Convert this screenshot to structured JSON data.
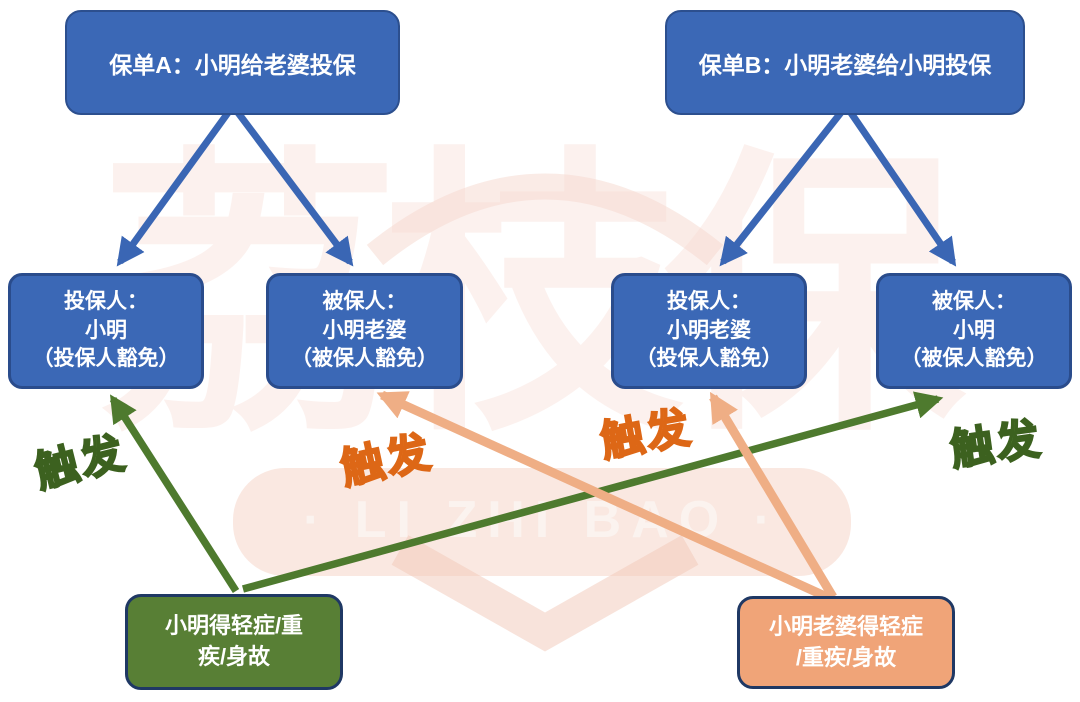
{
  "watermark": {
    "chars": "荔枝保",
    "latin": "· LI ZHI BAO ·"
  },
  "policies": {
    "a": {
      "title": "保单A：小明给老婆投保"
    },
    "b": {
      "title": "保单B：小明老婆给小明投保"
    }
  },
  "roles": [
    {
      "role": "投保人：",
      "name": "小明",
      "waiver": "（投保人豁免）"
    },
    {
      "role": "被保人：",
      "name": "小明老婆",
      "waiver": "（被保人豁免）"
    },
    {
      "role": "投保人：",
      "name": "小明老婆",
      "waiver": "（投保人豁免）"
    },
    {
      "role": "被保人：",
      "name": "小明",
      "waiver": "（被保人豁免）"
    }
  ],
  "events": {
    "xiaoming": {
      "line1": "小明得轻症/重",
      "line2": "疾/身故"
    },
    "wife": {
      "line1": "小明老婆得轻症",
      "line2": "/重疾/身故"
    }
  },
  "trigger_label": "触发",
  "colors": {
    "box_blue": "#3b68b6",
    "box_border_blue": "#2c4f8e",
    "event_green": "#587f35",
    "event_orange": "#f0a478",
    "dark_border": "#1f3864",
    "arrow_blue": "#3a66b4",
    "arrow_green": "#4e7a2e",
    "arrow_orange": "#efae85",
    "trigger_green_fill": "#76b04c",
    "trigger_green_stroke": "#3c611f",
    "trigger_orange_fill": "#f5913e",
    "trigger_orange_stroke": "#dd6716",
    "watermark_pink": "#f5cdbd"
  }
}
